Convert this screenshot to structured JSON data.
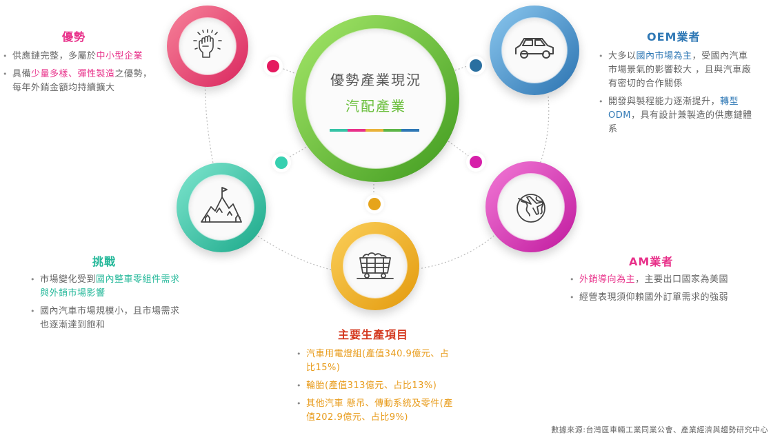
{
  "center": {
    "title": "優勢產業現況",
    "subtitle": "汽配產業",
    "bar_colors": [
      "#36c3a6",
      "#e8318a",
      "#e9b23a",
      "#5db548",
      "#2f78b5"
    ]
  },
  "advantage": {
    "heading": "優勢",
    "color": "#e8318a",
    "items": [
      [
        {
          "t": "供應鏈完整，多屬於"
        },
        {
          "t": "中小型企業",
          "c": "pink"
        }
      ],
      [
        {
          "t": "具備"
        },
        {
          "t": "少量多樣、彈性製造",
          "c": "pink"
        },
        {
          "t": "之優勢，每年外銷金額均持續擴大"
        }
      ]
    ]
  },
  "oem": {
    "heading": "OEM業者",
    "color": "#2f78b5",
    "items": [
      [
        {
          "t": "大多以"
        },
        {
          "t": "國內市場為主",
          "c": "blue"
        },
        {
          "t": "，受國內汽車市場景氣的影響較大 ，且與汽車廠有密切的合作關係"
        }
      ],
      [
        {
          "t": "開發與製程能力逐漸提升，"
        },
        {
          "t": "轉型ODM",
          "c": "blue"
        },
        {
          "t": "，具有設計兼製造的供應鏈體系"
        }
      ]
    ]
  },
  "challenge": {
    "heading": "挑戰",
    "color": "#25b89a",
    "items": [
      [
        {
          "t": "市場變化受到"
        },
        {
          "t": "國內整車零組件需求與外銷市場影響",
          "c": "teal"
        }
      ],
      [
        {
          "t": "國內汽車市場規模小，且市場需求也逐漸達到飽和"
        }
      ]
    ]
  },
  "am": {
    "heading": "AM業者",
    "color": "#e8318a",
    "items": [
      [
        {
          "t": "外銷導向為主",
          "c": "pink"
        },
        {
          "t": "，主要出口國家為美國"
        }
      ],
      [
        {
          "t": "經營表現須仰賴國外訂單需求的強弱"
        }
      ]
    ]
  },
  "products": {
    "heading": "主要生產項目",
    "color": "#d4381f",
    "items": [
      [
        {
          "t": "汽車用電燈組(產值340.9億元、占比15%)",
          "c": "orange"
        }
      ],
      [
        {
          "t": "輪胎(產值313億元、占比13%)",
          "c": "orange"
        }
      ],
      [
        {
          "t": "其他汽車 懸吊、傳動系統及零件(產值202.9億元、占比9%)",
          "c": "orange"
        }
      ]
    ]
  },
  "icons": {
    "advantage": "raised-fist-icon",
    "oem": "car-icon",
    "challenge": "mountain-flag-icon",
    "am": "globe-plane-icon",
    "products": "mine-cart-icon"
  },
  "node_colors": {
    "advantage": [
      "#f7839a",
      "#d9265e"
    ],
    "oem": [
      "#8cc8ef",
      "#2a72b0"
    ],
    "challenge": [
      "#7fe6cf",
      "#1aa889"
    ],
    "am": [
      "#f27ad6",
      "#c0199e"
    ],
    "products": [
      "#fbcf5a",
      "#e39a0d"
    ],
    "center": [
      "#a6e86a",
      "#3f9a1e"
    ]
  },
  "source": "數據來源:台灣區車輛工業同業公會、產業經濟與趨勢研究中心"
}
